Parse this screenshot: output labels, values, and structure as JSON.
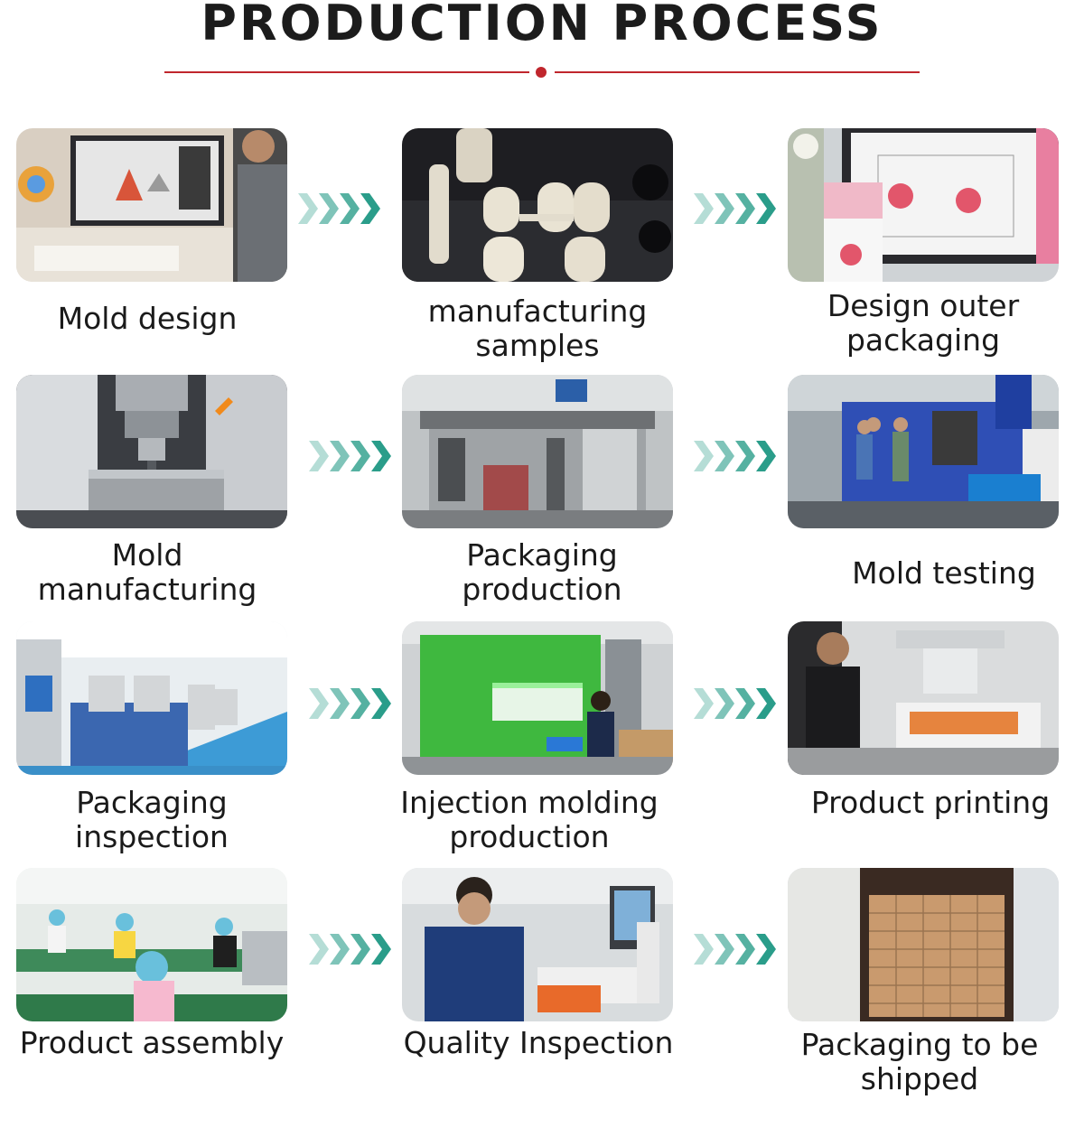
{
  "header": {
    "title": "PRODUCTION PROCESS"
  },
  "accent_color": "#c0262d",
  "arrow_color": "#2a9d8a",
  "steps": [
    {
      "label": "Mold design",
      "icon": "design-workstation-photo"
    },
    {
      "label": "manufacturing samples",
      "icon": "plastic-samples-photo"
    },
    {
      "label": "Design outer packaging",
      "icon": "packaging-design-photo"
    },
    {
      "label": "Mold manufacturing",
      "icon": "cnc-milling-photo"
    },
    {
      "label": "Packaging production",
      "icon": "packaging-machine-photo"
    },
    {
      "label": "Mold testing",
      "icon": "molding-machine-photo"
    },
    {
      "label": "Packaging inspection",
      "icon": "factory-line-photo"
    },
    {
      "label": "Injection molding production",
      "icon": "injection-machine-photo"
    },
    {
      "label": "Product printing",
      "icon": "screen-printing-photo"
    },
    {
      "label": "Product assembly",
      "icon": "assembly-workers-photo"
    },
    {
      "label": "Quality Inspection",
      "icon": "inspection-photo"
    },
    {
      "label": "Packaging to be shipped",
      "icon": "shipping-container-photo"
    }
  ]
}
